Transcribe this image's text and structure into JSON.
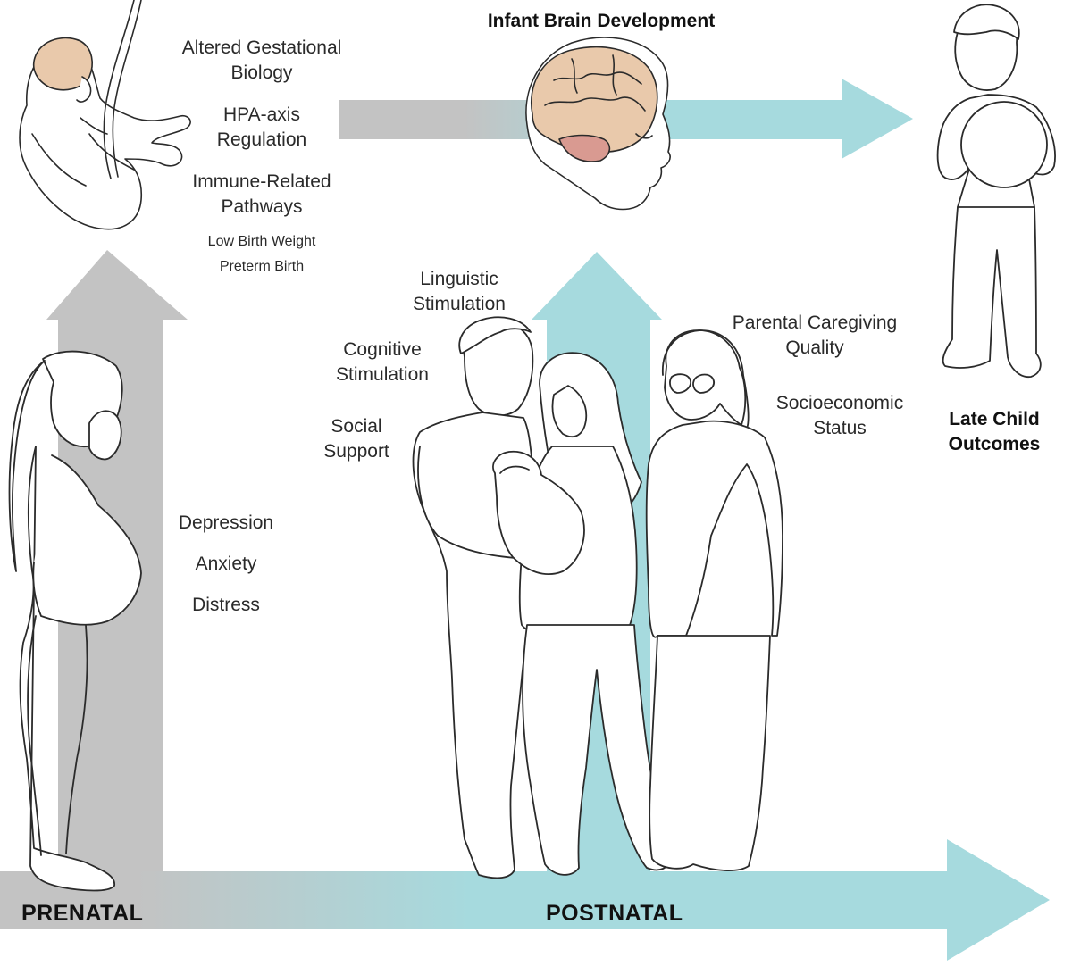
{
  "colors": {
    "prenatal_gray": "#c3c3c3",
    "postnatal_teal": "#a6dade",
    "line": "#2b2b2b",
    "brain": "#e9c9ab",
    "cerebellum": "#d99a91"
  },
  "top": {
    "brain_title": "Infant Brain Development"
  },
  "prenatal_factors": {
    "gestational": [
      "Altered Gestational",
      "Biology"
    ],
    "hpa": [
      "HPA-axis",
      "Regulation"
    ],
    "immune": [
      "Immune-Related",
      "Pathways"
    ],
    "birth_weight": "Low Birth Weight",
    "preterm": "Preterm Birth"
  },
  "maternal_factors": {
    "depression": "Depression",
    "anxiety": "Anxiety",
    "distress": "Distress"
  },
  "postnatal_factors": {
    "linguistic": [
      "Linguistic",
      "Stimulation"
    ],
    "cognitive": [
      "Cognitive",
      "Stimulation"
    ],
    "social": [
      "Social",
      "Support"
    ],
    "parental": [
      "Parental Caregiving",
      "Quality"
    ],
    "ses": [
      "Socioeconomic",
      "Status"
    ]
  },
  "outcome": {
    "label": [
      "Late Child",
      "Outcomes"
    ]
  },
  "timeline": {
    "prenatal": "PRENATAL",
    "postnatal": "POSTNATAL"
  },
  "illustrations": [
    "fetus",
    "infant-brain-profile",
    "pregnant-woman",
    "family-with-newborn",
    "grandmother",
    "child-with-ball"
  ]
}
